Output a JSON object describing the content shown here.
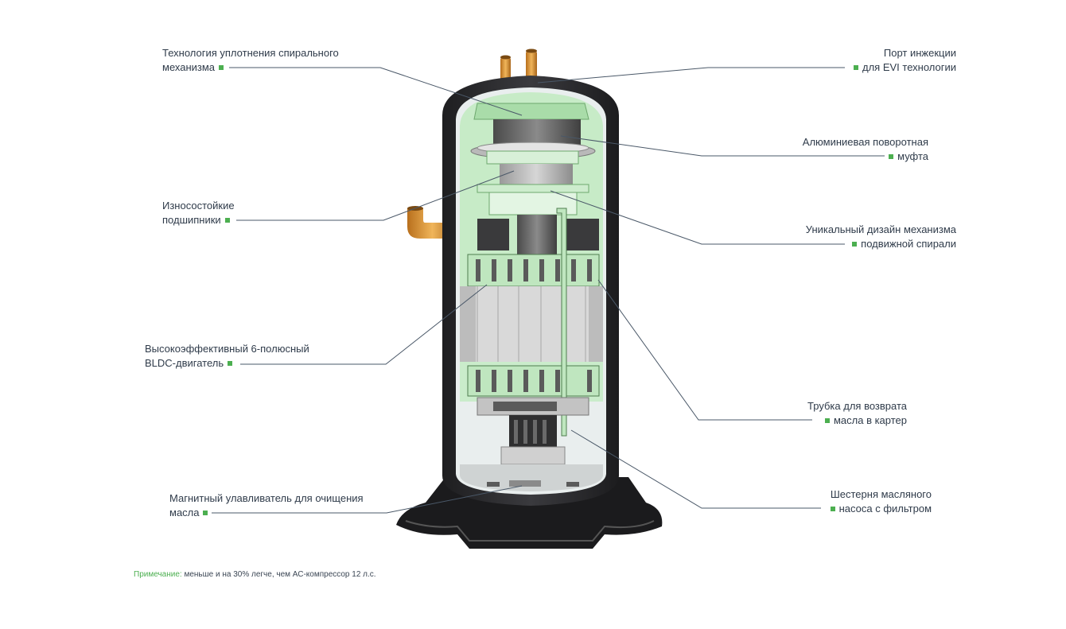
{
  "labels": {
    "scroll_seal": {
      "line1": "Технология уплотнения спирального",
      "line2": "механизма"
    },
    "evi_port": {
      "line1": "Порт инжекции",
      "line2": "для EVI технологии"
    },
    "aluminum_coupling": {
      "line1": "Алюминиевая поворотная",
      "line2": "муфта"
    },
    "bearings": {
      "line1": "Износостойкие",
      "line2": "подшипники"
    },
    "orbiting_scroll": {
      "line1": "Уникальный дизайн механизма",
      "line2": "подвижной спирали"
    },
    "bldc_motor": {
      "line1": "Высокоэффективный 6-полюсный",
      "line2": "BLDC-двигатель"
    },
    "oil_return": {
      "line1": "Трубка для возврата",
      "line2": "масла в картер"
    },
    "magnetic_trap": {
      "line1": "Магнитный улавливатель для очищения",
      "line2": "масла"
    },
    "oil_pump_gear": {
      "line1": "Шестерня масляного",
      "line2": "насоса с фильтром"
    }
  },
  "note": {
    "key": "Примечание:",
    "text": " меньше и на 30% легче, чем АС-компрессор 12 л.с."
  },
  "colors": {
    "accent_green": "#4caf50",
    "leader_line": "#4a5868",
    "shell_dark": "#2a2a2c",
    "interior_green": "#c9ecc9",
    "copper": "#d9962f"
  }
}
